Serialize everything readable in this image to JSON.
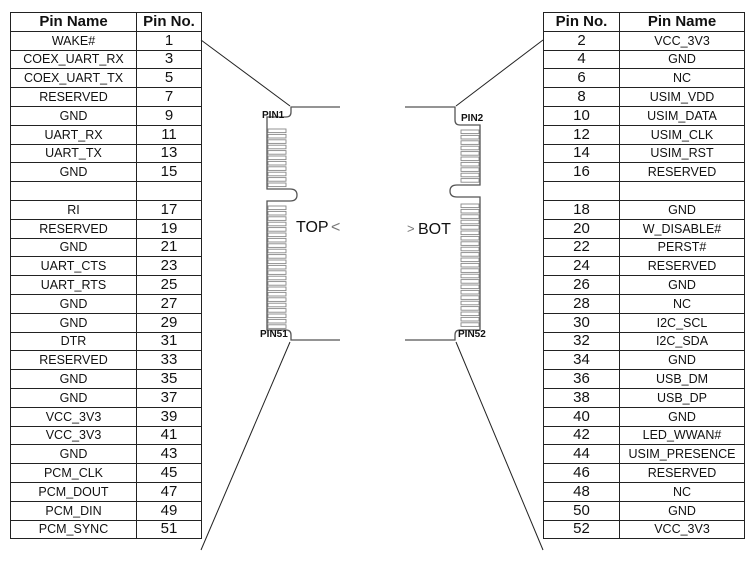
{
  "left_table": {
    "headers": [
      "Pin Name",
      "Pin No."
    ],
    "top_rows": [
      [
        "WAKE#",
        "1"
      ],
      [
        "COEX_UART_RX",
        "3"
      ],
      [
        "COEX_UART_TX",
        "5"
      ],
      [
        "RESERVED",
        "7"
      ],
      [
        "GND",
        "9"
      ],
      [
        "UART_RX",
        "11"
      ],
      [
        "UART_TX",
        "13"
      ],
      [
        "GND",
        "15"
      ]
    ],
    "bottom_rows": [
      [
        "RI",
        "17"
      ],
      [
        "RESERVED",
        "19"
      ],
      [
        "GND",
        "21"
      ],
      [
        "UART_CTS",
        "23"
      ],
      [
        "UART_RTS",
        "25"
      ],
      [
        "GND",
        "27"
      ],
      [
        "GND",
        "29"
      ],
      [
        "DTR",
        "31"
      ],
      [
        "RESERVED",
        "33"
      ],
      [
        "GND",
        "35"
      ],
      [
        "GND",
        "37"
      ],
      [
        "VCC_3V3",
        "39"
      ],
      [
        "VCC_3V3",
        "41"
      ],
      [
        "GND",
        "43"
      ],
      [
        "PCM_CLK",
        "45"
      ],
      [
        "PCM_DOUT",
        "47"
      ],
      [
        "PCM_DIN",
        "49"
      ],
      [
        "PCM_SYNC",
        "51"
      ]
    ]
  },
  "right_table": {
    "headers": [
      "Pin No.",
      "Pin Name"
    ],
    "top_rows": [
      [
        "2",
        "VCC_3V3"
      ],
      [
        "4",
        "GND"
      ],
      [
        "6",
        "NC"
      ],
      [
        "8",
        "USIM_VDD"
      ],
      [
        "10",
        "USIM_DATA"
      ],
      [
        "12",
        "USIM_CLK"
      ],
      [
        "14",
        "USIM_RST"
      ],
      [
        "16",
        "RESERVED"
      ]
    ],
    "bottom_rows": [
      [
        "18",
        "GND"
      ],
      [
        "20",
        "W_DISABLE#"
      ],
      [
        "22",
        "PERST#"
      ],
      [
        "24",
        "RESERVED"
      ],
      [
        "26",
        "GND"
      ],
      [
        "28",
        "NC"
      ],
      [
        "30",
        "I2C_SCL"
      ],
      [
        "32",
        "I2C_SDA"
      ],
      [
        "34",
        "GND"
      ],
      [
        "36",
        "USB_DM"
      ],
      [
        "38",
        "USB_DP"
      ],
      [
        "40",
        "GND"
      ],
      [
        "42",
        "LED_WWAN#"
      ],
      [
        "44",
        "USIM_PRESENCE"
      ],
      [
        "46",
        "RESERVED"
      ],
      [
        "48",
        "NC"
      ],
      [
        "50",
        "GND"
      ],
      [
        "52",
        "VCC_3V3"
      ]
    ]
  },
  "connector": {
    "pin1_label": "PIN1",
    "pin2_label": "PIN2",
    "pin51_label": "PIN51",
    "pin52_label": "PIN52",
    "top_label": "TOP",
    "bot_label": "BOT",
    "top_arrow": "<",
    "bot_arrow": ">"
  }
}
